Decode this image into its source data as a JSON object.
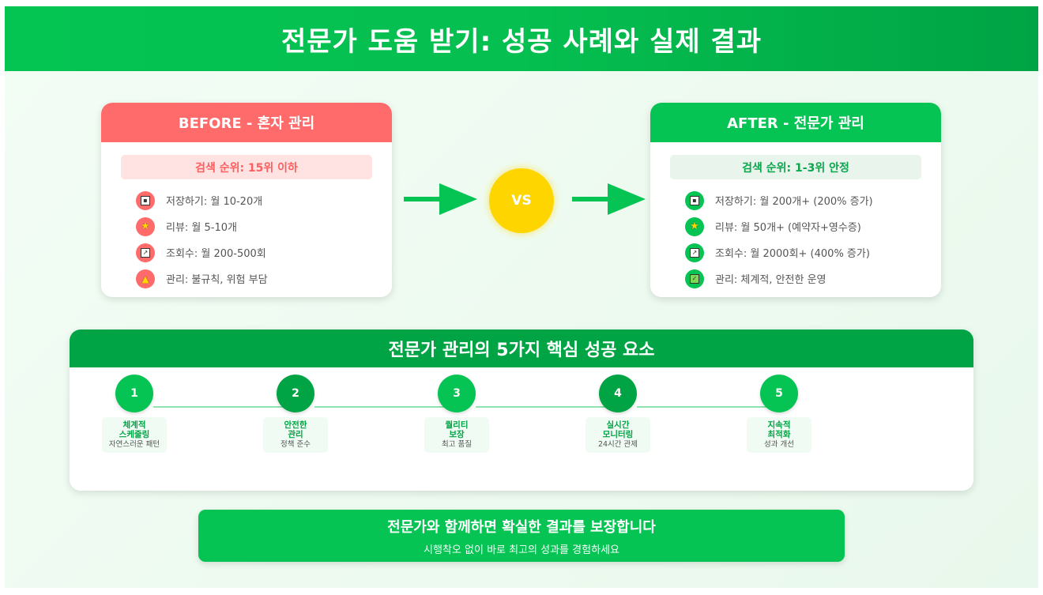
{
  "title": "전문가 도움 받기: 성공 사례와 실제 결과",
  "colors": {
    "brand_green": "#05c453",
    "dark_green": "#00a444",
    "before_red": "#ff6b6b",
    "vs_yellow": "#ffd500"
  },
  "before": {
    "heading": "BEFORE - 혼자 관리",
    "rank": "검색 순위: 15위 이하",
    "items": [
      {
        "icon": "floppy-disk-icon",
        "text": "저장하기: 월 10-20개"
      },
      {
        "icon": "star-icon",
        "text": "리뷰: 월 5-10개"
      },
      {
        "icon": "chart-icon",
        "text": "조회수: 월 200-500회"
      },
      {
        "icon": "warning-icon",
        "text": "관리: 불규칙, 위험 부담"
      }
    ]
  },
  "vs": "VS",
  "after": {
    "heading": "AFTER - 전문가 관리",
    "rank": "검색 순위: 1-3위 안정",
    "items": [
      {
        "icon": "floppy-disk-icon",
        "text": "저장하기: 월 200개+ (200% 증가)"
      },
      {
        "icon": "star-icon",
        "text": "리뷰: 월 50개+ (예약자+영수증)"
      },
      {
        "icon": "chart-icon",
        "text": "조회수: 월 2000회+ (400% 증가)"
      },
      {
        "icon": "checkmark-icon",
        "text": "관리: 체계적, 안전한 운영"
      }
    ]
  },
  "factors": {
    "heading": "전문가 관리의 5가지 핵심 성공 요소",
    "steps": [
      {
        "num": "1",
        "title_1": "체계적",
        "title_2": "스케줄링",
        "desc": "자연스러운 패턴"
      },
      {
        "num": "2",
        "title_1": "안전한",
        "title_2": "관리",
        "desc": "정책 준수"
      },
      {
        "num": "3",
        "title_1": "퀄리티",
        "title_2": "보장",
        "desc": "최고 품질"
      },
      {
        "num": "4",
        "title_1": "실시간",
        "title_2": "모니터링",
        "desc": "24시간 관제"
      },
      {
        "num": "5",
        "title_1": "지속적",
        "title_2": "최적화",
        "desc": "성과 개선"
      }
    ]
  },
  "banner": {
    "title": "전문가와 함께하면 확실한 결과를 보장합니다",
    "subtitle": "시행착오 없이 바로 최고의 성과를 경험하세요"
  }
}
